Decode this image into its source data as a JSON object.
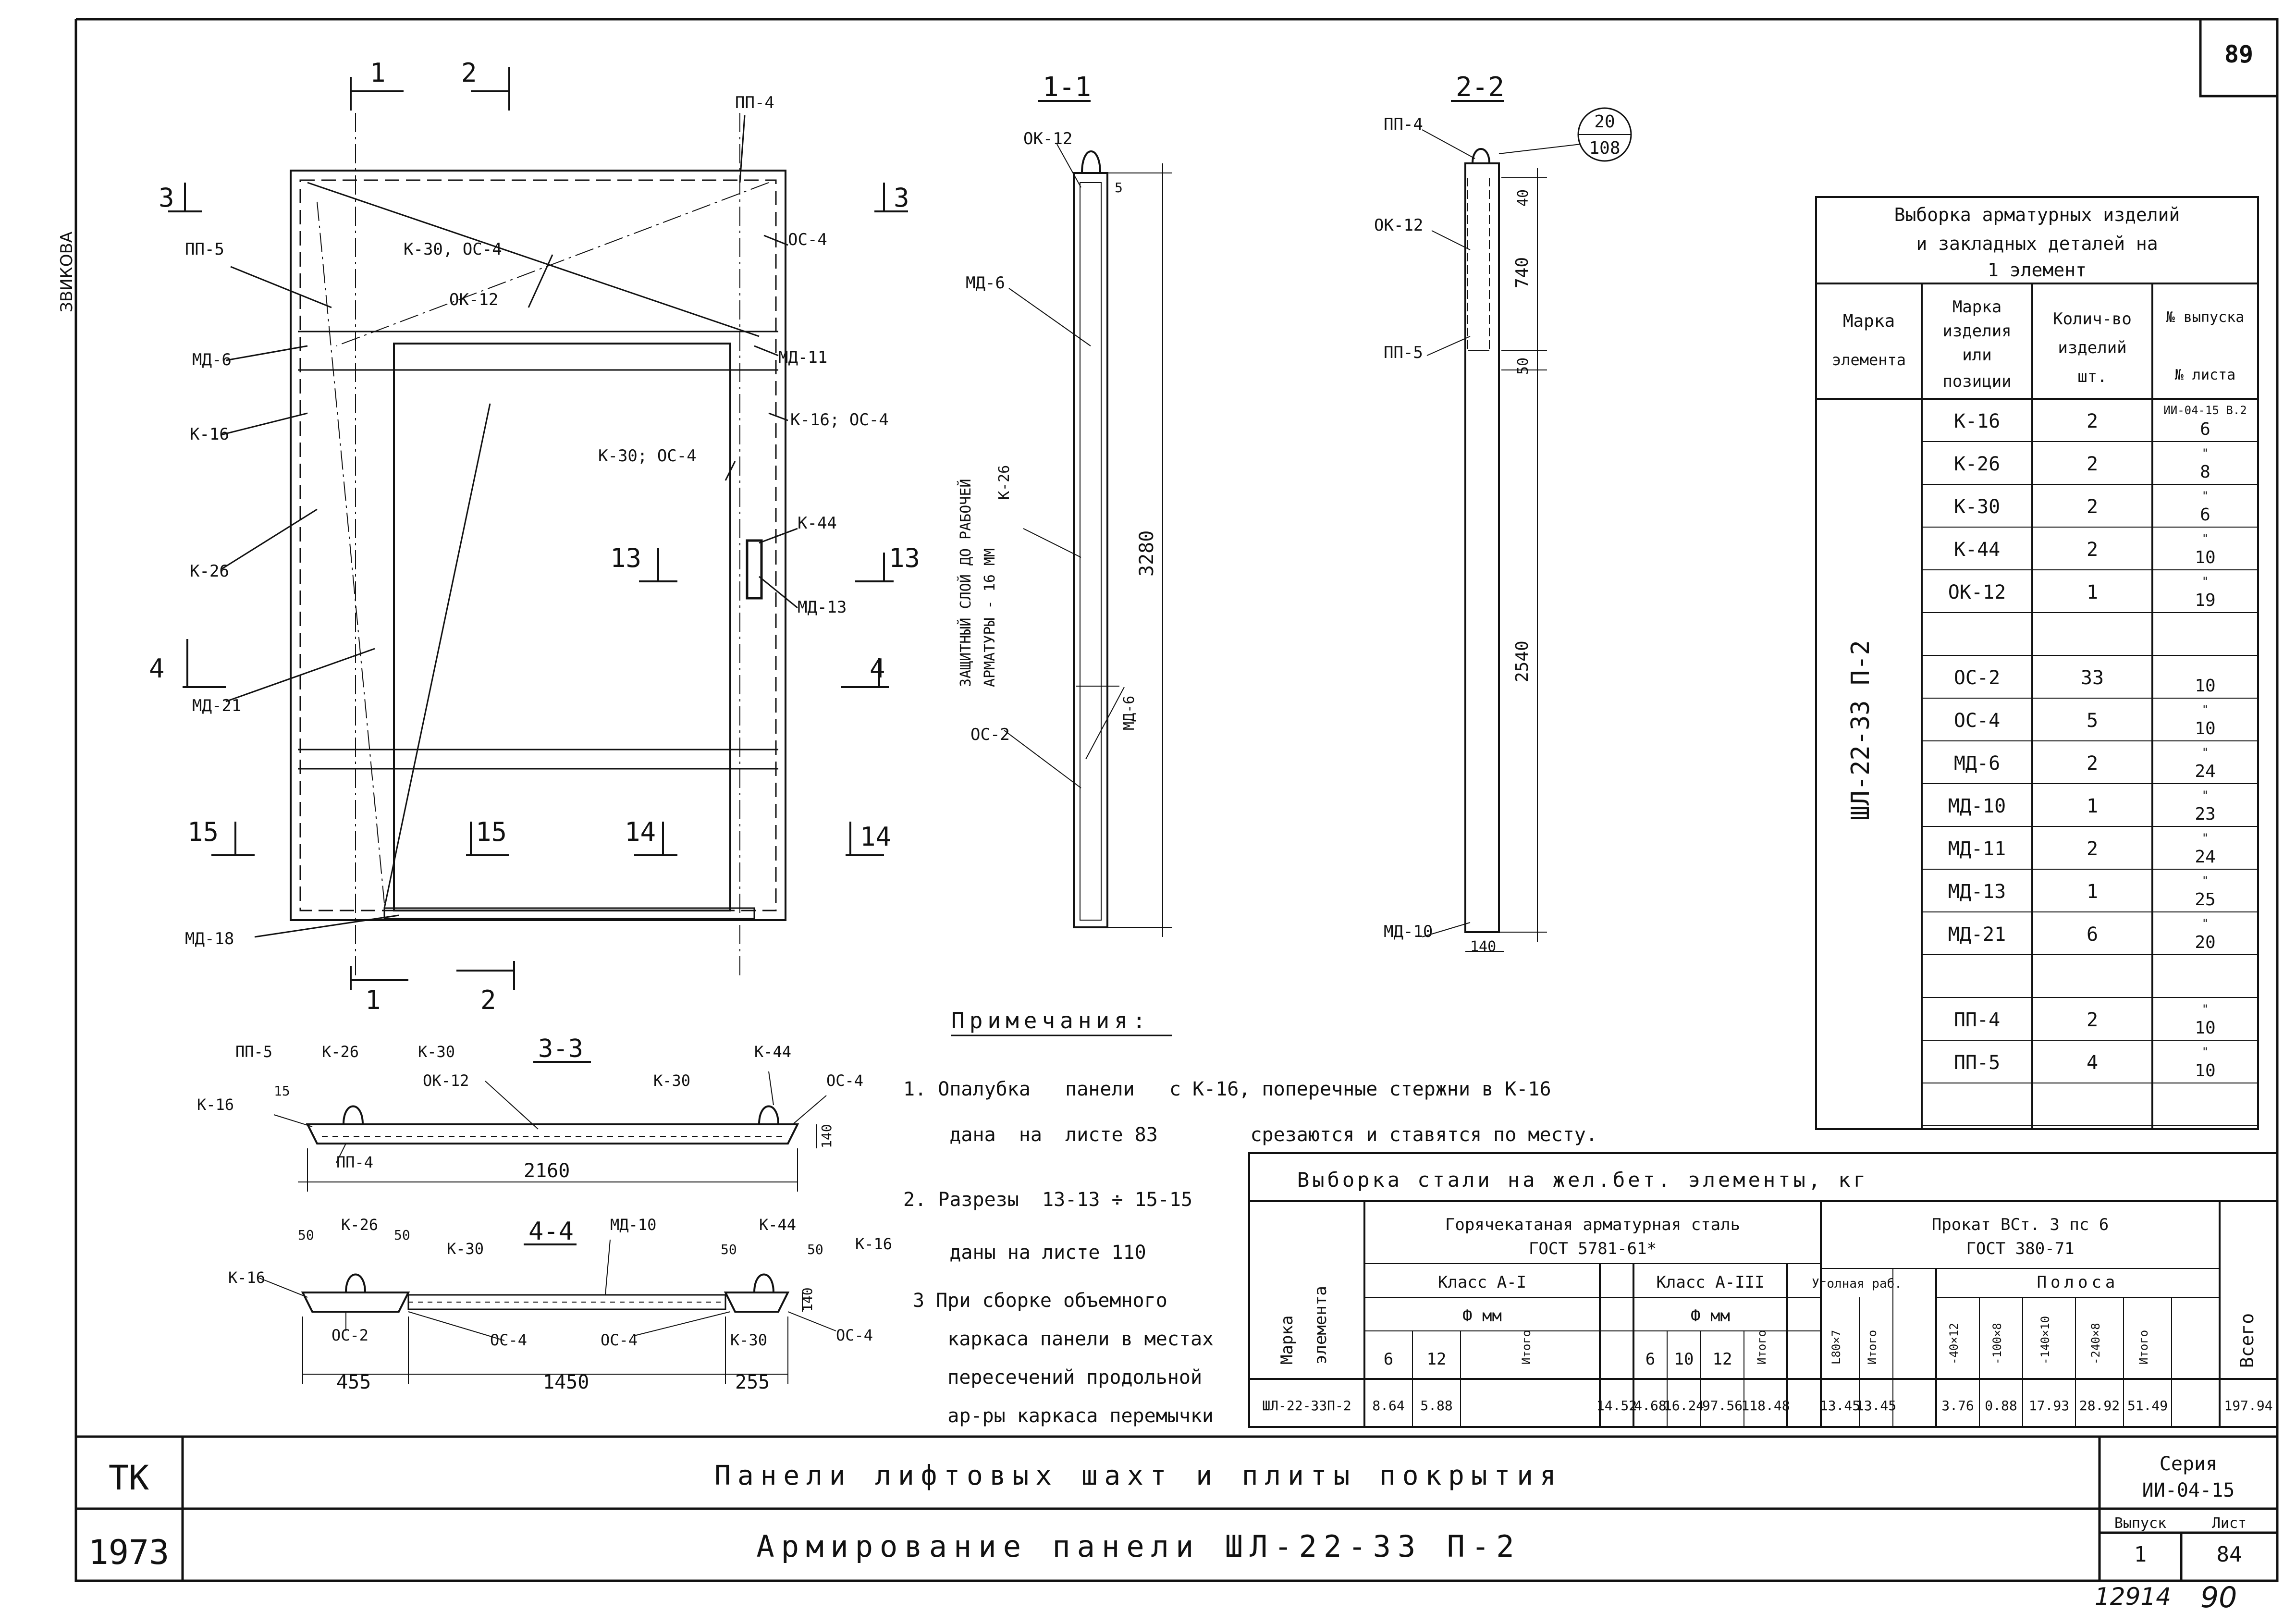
{
  "page_number": "89",
  "stamp_vertical": "ЗВИКОВА",
  "plan": {
    "section_marks": [
      "1",
      "2",
      "3",
      "4",
      "13",
      "14",
      "15"
    ],
    "labels": {
      "pp4": "ПП-4",
      "pp5": "ПП-5",
      "md6": "МД-6",
      "k16": "К-16",
      "k26": "К-26",
      "md21": "МД-21",
      "md18": "МД-18",
      "k30oc4": "К-30, ОС-4",
      "ok12": "ОК-12",
      "oc4": "ОС-4",
      "md11": "МД-11",
      "k16oc4": "К-16; ОС-4",
      "k30oc4b": "К-30; ОС-4",
      "k44": "К-44",
      "md13": "МД-13"
    }
  },
  "section_1_1": {
    "title": "1-1",
    "labels": {
      "ok12": "ОК-12",
      "md6": "МД-6",
      "k26": "К-26",
      "md6b": "МД-6",
      "oc2": "ОС-2",
      "dim5": "5"
    },
    "cover_note": [
      "ЗАЩИТНЫЙ СЛОЙ ДО РАБОЧЕЙ",
      "АРМАТУРЫ - 16 ММ"
    ],
    "dim_total": "3280"
  },
  "section_2_2": {
    "title": "2-2",
    "labels": {
      "pp4": "ПП-4",
      "ok12": "ОК-12",
      "pp5": "ПП-5",
      "md10": "МД-10"
    },
    "dims": {
      "d40": "40",
      "d740": "740",
      "d50": "50",
      "d2540": "2540",
      "d140": "140"
    },
    "circle_top": "20",
    "circle_bottom": "108"
  },
  "section_3_3": {
    "title": "3-3",
    "labels": {
      "pp5": "ПП-5",
      "k26": "К-26",
      "k30": "К-30",
      "k16": "К-16",
      "ok12": "ОК-12",
      "k30b": "К-30",
      "k44": "К-44",
      "oc4": "ОС-4",
      "pp4": "ПП-4"
    },
    "dims": {
      "d15": "15",
      "d140": "140",
      "d2160": "2160"
    }
  },
  "section_4_4": {
    "title": "4-4",
    "labels": {
      "k26": "К-26",
      "k30": "К-30",
      "md10": "МД-10",
      "k44": "К-44",
      "k16": "К-16",
      "k16b": "К-16",
      "oc2": "ОС-2",
      "oc4": "ОС-4",
      "oc4b": "ОС-4",
      "k30b": "К-30",
      "oc4c": "ОС-4"
    },
    "dims": {
      "d50a": "50",
      "d50b": "50",
      "d50c": "50",
      "d50d": "50",
      "d140": "140",
      "d455": "455",
      "d1450": "1450",
      "d255": "255"
    }
  },
  "notes": {
    "title": "Примечания:",
    "lines": [
      "1. Опалубка   панели   с К-16, поперечные стержни в К-16",
      "    дана  на  листе 83        срезаются и ставятся по месту.",
      "2. Разрезы  13-13 ÷ 15-15",
      "    даны на листе 110",
      "3 При сборке объемного",
      "   каркаса панели в местах",
      "   пересечений продольной",
      "   ар-ры каркаса перемычки"
    ]
  },
  "parts_table": {
    "title": [
      "Выборка арматурных изделий",
      "и закладных деталей на",
      "1 элемент"
    ],
    "headers": {
      "element": [
        "Марка",
        "элемента"
      ],
      "item": [
        "Марка",
        "изделия",
        "или",
        "позиции"
      ],
      "qty": [
        "Колич-во",
        "изделий",
        "шт."
      ],
      "issue": [
        "№ выпуска",
        "№ листа"
      ]
    },
    "element_mark": "ШЛ-22-33 П-2",
    "rows": [
      {
        "item": "К-16",
        "qty": "2",
        "issue": "ИИ-04-15 В.2",
        "sheet": "6"
      },
      {
        "item": "К-26",
        "qty": "2",
        "issue": "\"",
        "sheet": "8"
      },
      {
        "item": "К-30",
        "qty": "2",
        "issue": "\"",
        "sheet": "6"
      },
      {
        "item": "К-44",
        "qty": "2",
        "issue": "\"",
        "sheet": "10"
      },
      {
        "item": "ОК-12",
        "qty": "1",
        "issue": "\"",
        "sheet": "19"
      },
      {
        "item": "",
        "qty": "",
        "issue": "",
        "sheet": ""
      },
      {
        "item": "ОС-2",
        "qty": "33",
        "issue": "",
        "sheet": "10"
      },
      {
        "item": "ОС-4",
        "qty": "5",
        "issue": "\"",
        "sheet": "10"
      },
      {
        "item": "МД-6",
        "qty": "2",
        "issue": "\"",
        "sheet": "24"
      },
      {
        "item": "МД-10",
        "qty": "1",
        "issue": "\"",
        "sheet": "23"
      },
      {
        "item": "МД-11",
        "qty": "2",
        "issue": "\"",
        "sheet": "24"
      },
      {
        "item": "МД-13",
        "qty": "1",
        "issue": "\"",
        "sheet": "25"
      },
      {
        "item": "МД-21",
        "qty": "6",
        "issue": "\"",
        "sheet": "20"
      },
      {
        "item": "",
        "qty": "",
        "issue": "",
        "sheet": ""
      },
      {
        "item": "ПП-4",
        "qty": "2",
        "issue": "\"",
        "sheet": "10"
      },
      {
        "item": "ПП-5",
        "qty": "4",
        "issue": "\"",
        "sheet": "10"
      },
      {
        "item": "",
        "qty": "",
        "issue": "",
        "sheet": ""
      }
    ]
  },
  "steel_table": {
    "title": "Выборка стали на жел.бет. элементы, кг",
    "element_header": [
      "Марка",
      "элемента"
    ],
    "rolled_group": [
      "Горячекатаная арматурная сталь",
      "ГОСТ 5781-61*"
    ],
    "class1": "Класс  А-I",
    "class3": "Класс  А-III",
    "dia": "Ф мм",
    "prokat_group": [
      "Прокат ВСт. 3 пс 6",
      "ГОСТ 380-71"
    ],
    "angle": "Уголная раб.",
    "strip": "Полоса",
    "itogo": "Итого",
    "vsego": "Всего",
    "cols": [
      "6",
      "12",
      "Итого",
      "6",
      "10",
      "12",
      "Итого",
      "L80×7",
      "Итого",
      "-40×12",
      "-100×8",
      "-140×10",
      "-240×8",
      "Итого"
    ],
    "row_mark": "ШЛ-22-33П-2",
    "row_values": [
      "8.64",
      "5.88",
      "14.52",
      "4.68",
      "16.24",
      "97.56",
      "118.48",
      "13.45",
      "13.45",
      "3.76",
      "0.88",
      "17.93",
      "28.92",
      "51.49",
      "197.94"
    ]
  },
  "title_block": {
    "tk": "ТК",
    "year": "1973",
    "title1": "Панели лифтовых шахт и плиты покрытия",
    "title2": "Армирование панели ШЛ-22-33 П-2",
    "series_label": "Серия",
    "series_value": "ИИ-04-15",
    "vypusk_label": "Выпуск",
    "vypusk_value": "1",
    "list_label": "Лист",
    "list_value": "84"
  },
  "footer": {
    "code": "12914",
    "sign": "90"
  }
}
